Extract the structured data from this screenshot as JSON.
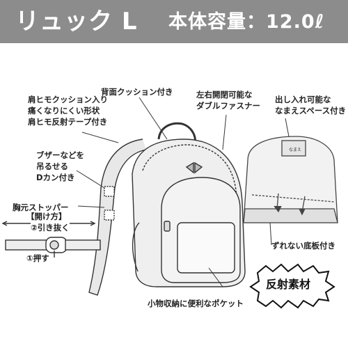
{
  "header": {
    "title": "リュック L",
    "capacity": "本体容量：12.0ℓ",
    "bg_color": "#8c8c8c"
  },
  "labels": {
    "shoulder": [
      "肩ヒモクッション入り",
      "痛くなりにくい形状",
      "肩ヒモ反射テープ付き"
    ],
    "back_cushion": "背面クッション付き",
    "zipper": [
      "左右開閉可能な",
      "ダブルファスナー"
    ],
    "name_space": [
      "出し入れ可能な",
      "なまえスペース付き"
    ],
    "d_ring": [
      "ブザーなどを",
      "吊るせる",
      "Dカン付き"
    ],
    "chest_stopper": "胸元ストッパー",
    "how_to_open": "【開け方】",
    "step2": "②引き抜く",
    "step1": "①押す",
    "bottom_board": "ずれない底板付き",
    "pocket": "小物収納に便利なポケット",
    "reflective": "反射素材",
    "name_tag": "なまえ"
  },
  "icons": [
    "backpack-illustration",
    "name-pocket-illustration",
    "buckle-illustration",
    "reflective-burst-icon"
  ]
}
